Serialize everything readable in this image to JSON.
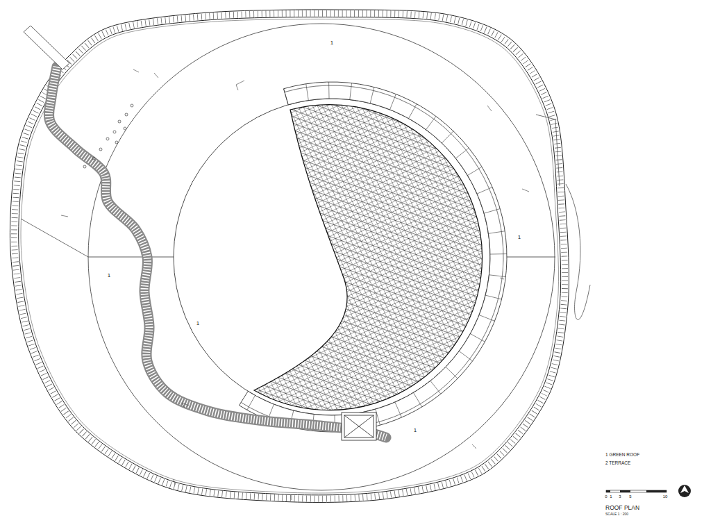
{
  "diagram": {
    "title": "ROOF PLAN",
    "labels": [
      "1",
      "1",
      "1",
      "1",
      "1",
      "1 GREEN ROOF",
      "2 TERRACE",
      "0",
      "1",
      "3",
      "5",
      "10",
      "SCALE 1 : 200"
    ]
  }
}
